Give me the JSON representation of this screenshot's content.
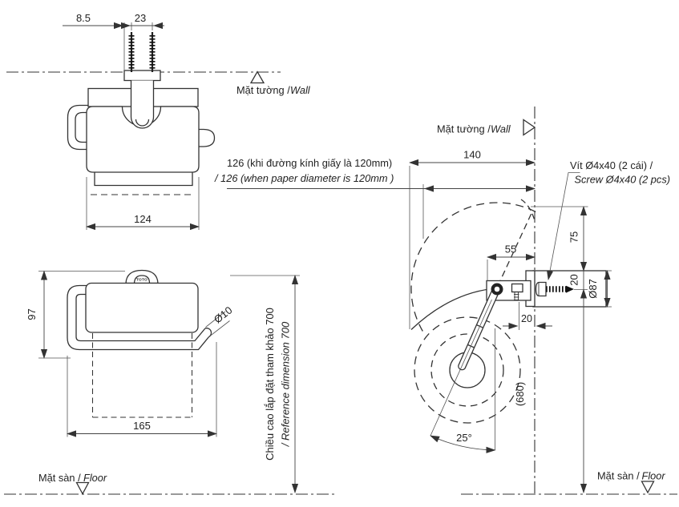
{
  "labels": {
    "wall_vi": "Mặt tường /",
    "wall_en": "Wall",
    "floor_vi": "Mặt sàn /",
    "floor_en": "Floor",
    "brand": "TOTO",
    "paper_note_vi": "126 (khi đường kính giấy là 120mm)",
    "paper_note_en": "/ 126 (when  paper diameter is 120mm )",
    "screw_note_vi": "Vít Ø4x40 (2 cái) /",
    "screw_note_en": "Screw Ø4x40 (2 pcs)",
    "ref_height_vi": "Chiều cao lắp đặt tham khảo 700",
    "ref_height_en": "/ Reference dimension 700"
  },
  "dimensions": {
    "screw_edge_offset": "8.5",
    "screw_spacing": "23",
    "body_width": "124",
    "body_height": "97",
    "bar_diameter": "Ø10",
    "bar_width": "165",
    "depth_from_wall": "140",
    "pivot_to_wall": "55",
    "body_wall_gap": "20",
    "top_to_flange": "75",
    "flange_to_axis": "20",
    "flange_diameter": "Ø87",
    "axis_height": "(680)",
    "swing_angle": "25°"
  },
  "colors": {
    "line": "#333333",
    "dim_line": "#444444",
    "background": "#ffffff"
  }
}
